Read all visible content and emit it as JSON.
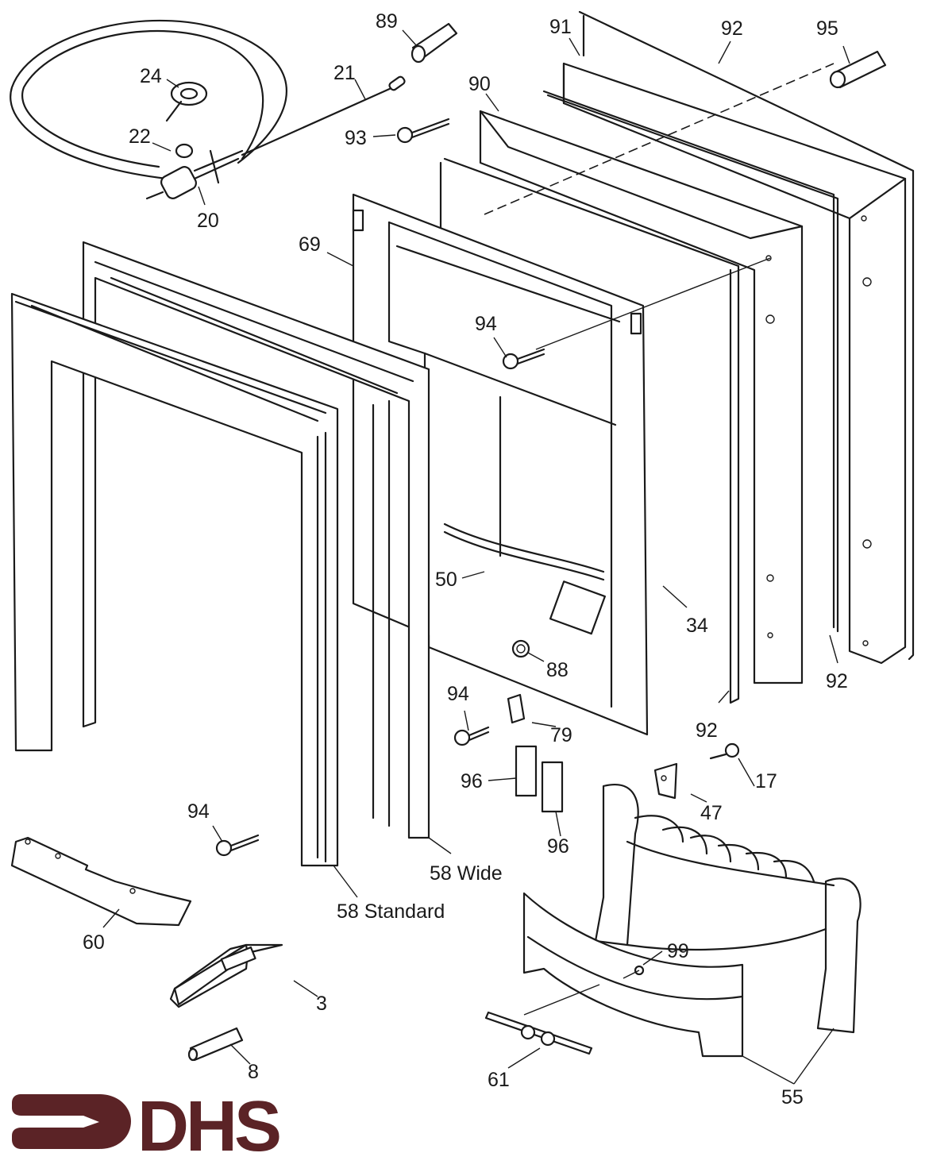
{
  "diagram": {
    "title": "Exploded parts diagram - electric fire insert",
    "brand": {
      "name": "DHS",
      "color": "#5b2326"
    },
    "callouts": [
      {
        "id": "89",
        "label": "89"
      },
      {
        "id": "91",
        "label": "91"
      },
      {
        "id": "92a",
        "label": "92"
      },
      {
        "id": "95",
        "label": "95"
      },
      {
        "id": "24",
        "label": "24"
      },
      {
        "id": "21",
        "label": "21"
      },
      {
        "id": "90",
        "label": "90"
      },
      {
        "id": "93",
        "label": "93"
      },
      {
        "id": "22",
        "label": "22"
      },
      {
        "id": "20",
        "label": "20"
      },
      {
        "id": "69",
        "label": "69"
      },
      {
        "id": "94a",
        "label": "94"
      },
      {
        "id": "50",
        "label": "50"
      },
      {
        "id": "34",
        "label": "34"
      },
      {
        "id": "88",
        "label": "88"
      },
      {
        "id": "92b",
        "label": "92"
      },
      {
        "id": "94b",
        "label": "94"
      },
      {
        "id": "79",
        "label": "79"
      },
      {
        "id": "92c",
        "label": "92"
      },
      {
        "id": "17",
        "label": "17"
      },
      {
        "id": "96a",
        "label": "96"
      },
      {
        "id": "47",
        "label": "47"
      },
      {
        "id": "94c",
        "label": "94"
      },
      {
        "id": "96b",
        "label": "96"
      },
      {
        "id": "58w",
        "label": "58 Wide"
      },
      {
        "id": "58s",
        "label": "58 Standard"
      },
      {
        "id": "60",
        "label": "60"
      },
      {
        "id": "99",
        "label": "99"
      },
      {
        "id": "3",
        "label": "3"
      },
      {
        "id": "8",
        "label": "8"
      },
      {
        "id": "61",
        "label": "61"
      },
      {
        "id": "55",
        "label": "55"
      }
    ]
  }
}
